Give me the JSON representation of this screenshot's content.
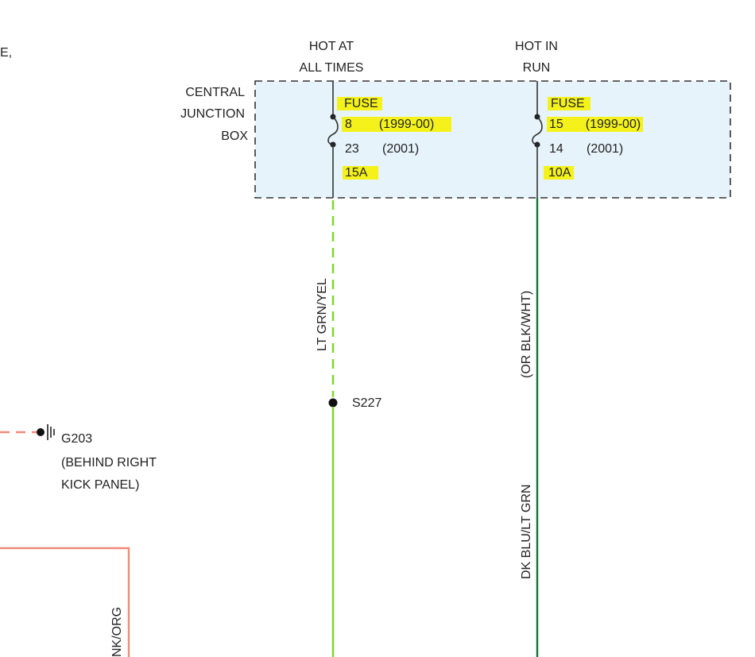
{
  "edge_fragment": "E,",
  "columns": [
    {
      "header": [
        "HOT AT",
        "ALL TIMES"
      ]
    },
    {
      "header": [
        "HOT IN",
        "RUN"
      ]
    }
  ],
  "junction_box": {
    "label": [
      "CENTRAL",
      "JUNCTION",
      "BOX"
    ]
  },
  "fuses": [
    {
      "title": "FUSE",
      "row1_num": "8",
      "row1_years": "(1999-00)",
      "row2_num": "23",
      "row2_years": "(2001)",
      "rating": "15A"
    },
    {
      "title": "FUSE",
      "row1_num": "15",
      "row1_years": "(1999-00)",
      "row2_num": "14",
      "row2_years": "(2001)",
      "rating": "10A"
    }
  ],
  "wires": {
    "left_color": "LT GRN/YEL",
    "right_alt": "(OR BLK/WHT)",
    "right_color": "DK BLU/LT GRN",
    "bottom_left_color": "NK/ORG"
  },
  "splice": {
    "id": "S227"
  },
  "ground": {
    "id": "G203",
    "location": [
      "(BEHIND RIGHT",
      "KICK PANEL)"
    ]
  },
  "colors": {
    "box_fill": "#e6f3fb",
    "highlight": "#f4f21a",
    "lt_grn": "#77dd22",
    "dk_grn": "#15703a",
    "pink": "#f08a78"
  }
}
